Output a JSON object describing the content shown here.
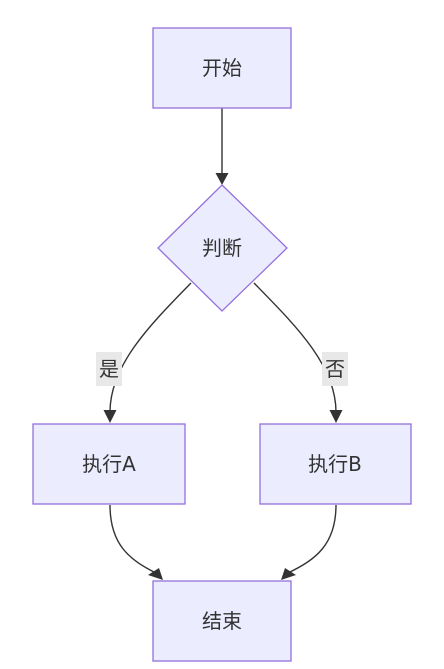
{
  "nodes": {
    "start": {
      "label": "开始",
      "shape": "rectangle"
    },
    "decision": {
      "label": "判断",
      "shape": "diamond"
    },
    "action_a": {
      "label": "执行A",
      "shape": "rectangle"
    },
    "action_b": {
      "label": "执行B",
      "shape": "rectangle"
    },
    "end": {
      "label": "结束",
      "shape": "rectangle"
    }
  },
  "edges": [
    {
      "from": "start",
      "to": "decision",
      "label": ""
    },
    {
      "from": "decision",
      "to": "action_a",
      "label": "是"
    },
    {
      "from": "decision",
      "to": "action_b",
      "label": "否"
    },
    {
      "from": "action_a",
      "to": "end",
      "label": ""
    },
    {
      "from": "action_b",
      "to": "end",
      "label": ""
    }
  ],
  "edge_labels": {
    "yes": "是",
    "no": "否"
  },
  "colors": {
    "node_fill": "#ececff",
    "node_stroke": "#9370db",
    "edge": "#333333",
    "text": "#333333",
    "edge_label_bg": "#e8e8e8"
  }
}
